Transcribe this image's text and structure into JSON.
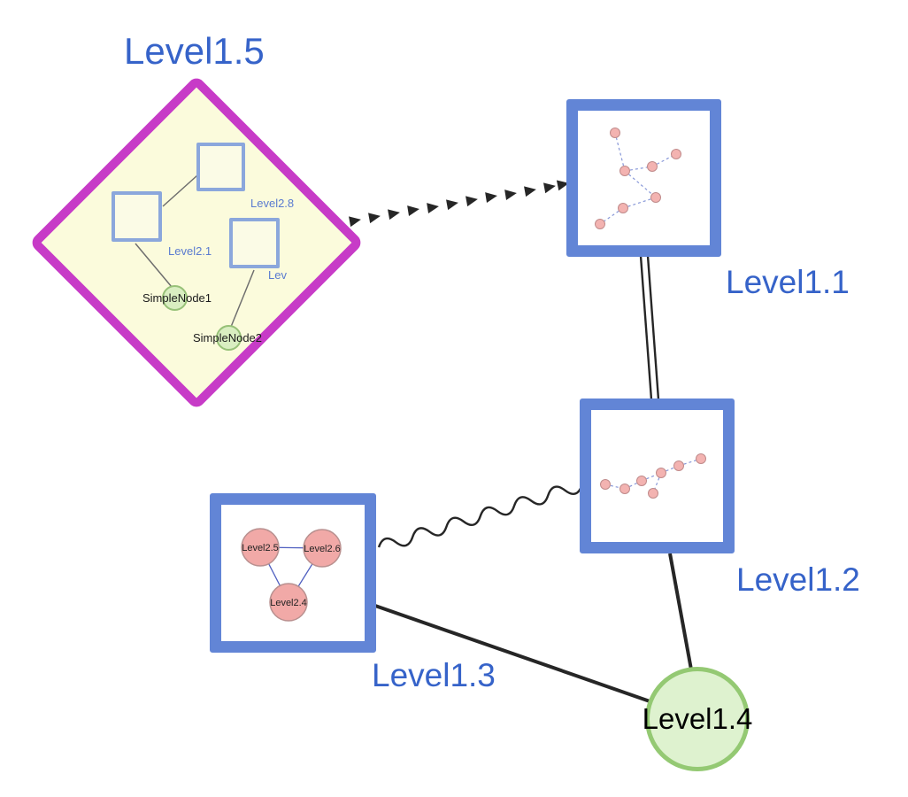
{
  "nodes": {
    "level1_5": {
      "label": "Level1.5"
    },
    "level1_1": {
      "label": "Level1.1"
    },
    "level1_2": {
      "label": "Level1.2"
    },
    "level1_3": {
      "label": "Level1.3"
    },
    "level1_4": {
      "label": "Level1.4"
    },
    "level2_8": {
      "label": "Level2.8"
    },
    "level2_1": {
      "label": "Level2.1"
    },
    "level2_x": {
      "label": "Lev"
    },
    "simple_node_1": {
      "label": "SimpleNode1"
    },
    "simple_node_2": {
      "label": "SimpleNode2"
    },
    "level2_5": {
      "label": "Level2.5"
    },
    "level2_6": {
      "label": "Level2.6"
    },
    "level2_4": {
      "label": "Level2.4"
    }
  },
  "edges": [
    {
      "from": "Level1.5",
      "to": "Level1.1",
      "style": "dashed-arrow"
    },
    {
      "from": "Level1.1",
      "to": "Level1.2",
      "style": "double-line"
    },
    {
      "from": "Level1.3",
      "to": "Level1.2",
      "style": "wavy"
    },
    {
      "from": "Level1.3",
      "to": "Level1.4",
      "style": "solid"
    },
    {
      "from": "Level1.2",
      "to": "Level1.4",
      "style": "solid"
    },
    {
      "from": "Level2.1",
      "to": "Level2.8",
      "style": "thin"
    },
    {
      "from": "Level2.1",
      "to": "SimpleNode1",
      "style": "thin"
    },
    {
      "from": "Lev",
      "to": "SimpleNode2",
      "style": "thin"
    }
  ],
  "colors": {
    "label_blue": "#3663c9",
    "diamond_border": "#c73bc7",
    "diamond_fill": "#fbfbdc",
    "box_border": "#6285d6",
    "inner_square_border": "#8ba7dc",
    "green_fill": "#d9eec1",
    "green_border": "#94c973",
    "pink_fill": "#f1a9a7",
    "edge": "#262626"
  }
}
